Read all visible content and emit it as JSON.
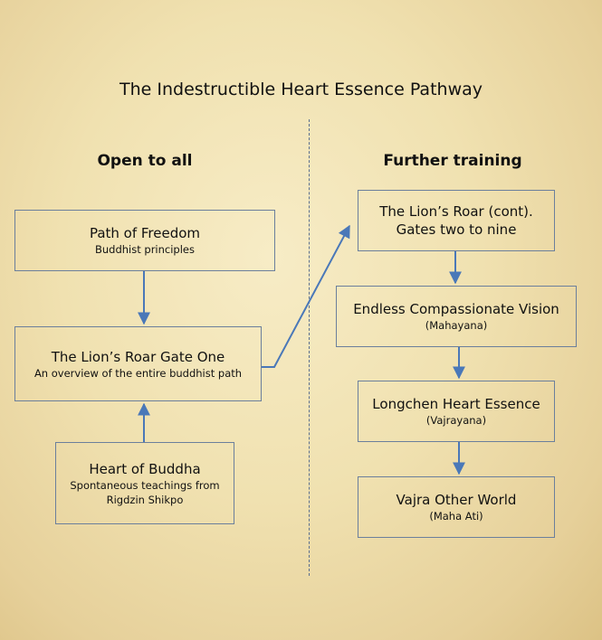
{
  "title": "The Indestructible Heart Essence Pathway",
  "columns": {
    "left": "Open to all",
    "right": "Further training"
  },
  "boxes": {
    "freedom": {
      "main": "Path of Freedom",
      "sub": "Buddhist principles"
    },
    "gate_one": {
      "main": "The Lion’s Roar Gate One",
      "sub": "An overview of the entire buddhist path"
    },
    "heart_buddha": {
      "main": "Heart of Buddha",
      "sub_lines": [
        "Spontaneous teachings from",
        "Rigdzin Shikpo"
      ]
    },
    "lions_roar_cont": {
      "main_lines": [
        "The Lion’s Roar (cont).",
        "Gates two to nine"
      ]
    },
    "compassion": {
      "main": "Endless Compassionate Vision",
      "sub": "(Mahayana)"
    },
    "longchen": {
      "main": "Longchen Heart Essence",
      "sub": "(Vajrayana)"
    },
    "vajra": {
      "main": "Vajra Other World",
      "sub": "(Maha Ati)"
    }
  },
  "colors": {
    "arrow": "#4a78b8",
    "border": "#6b7f9c",
    "divider": "#5a6f8f"
  }
}
